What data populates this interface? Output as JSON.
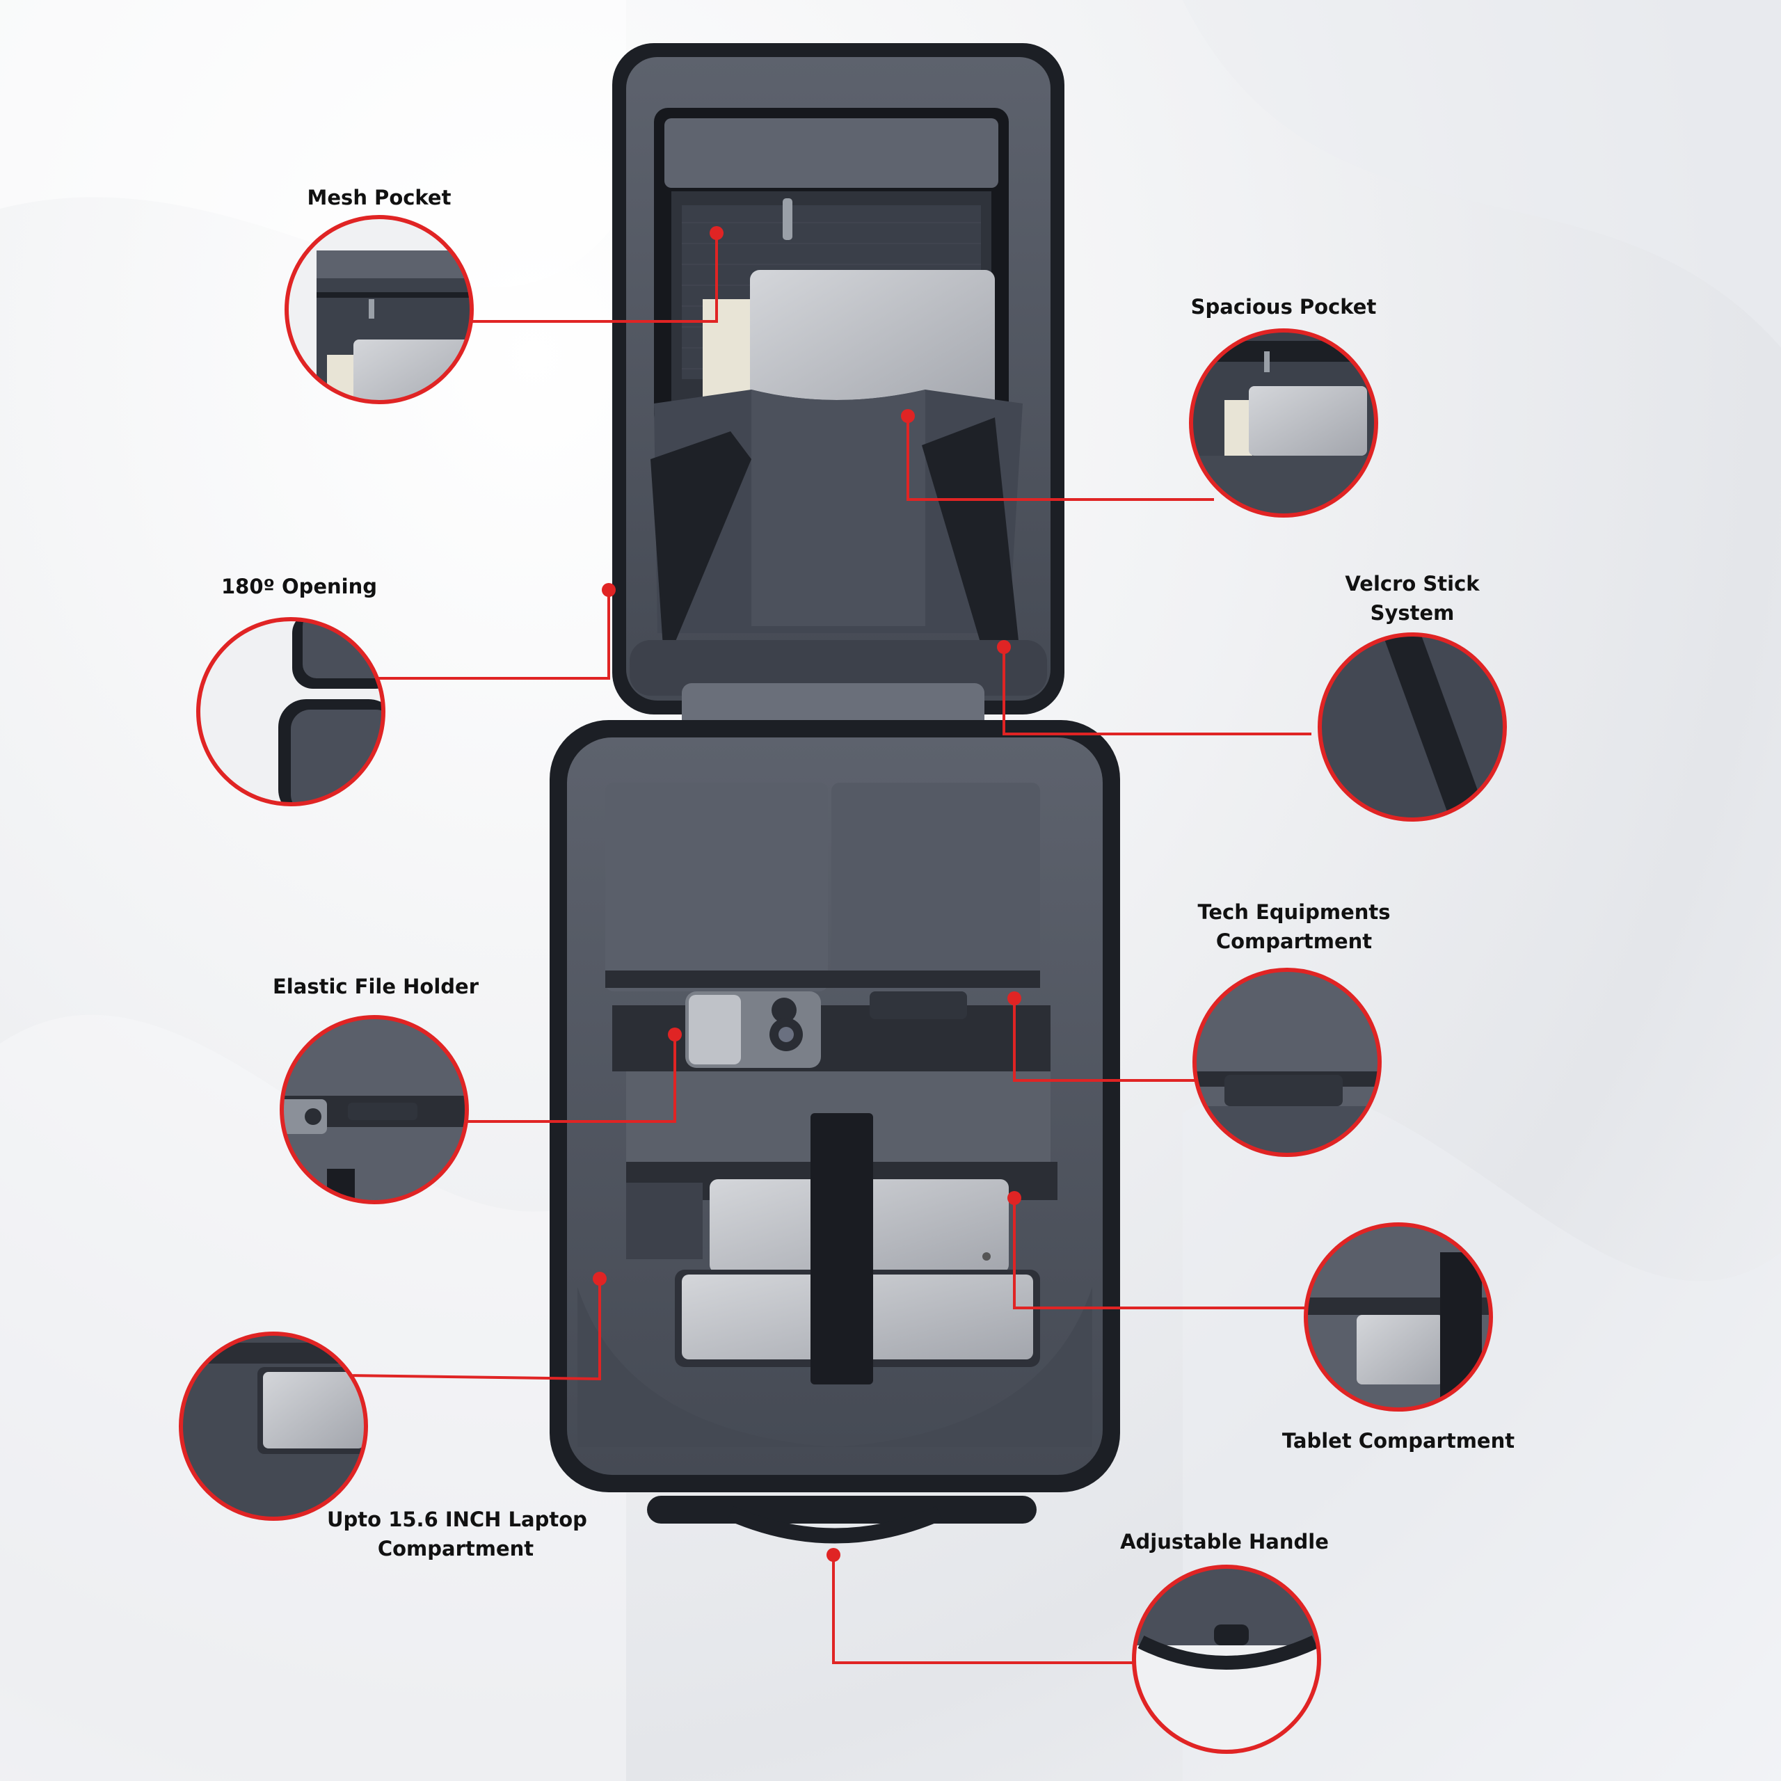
{
  "callouts": {
    "mesh_pocket": "Mesh Pocket",
    "spacious_pocket": "Spacious Pocket",
    "opening_180": "180º Opening",
    "velcro_line1": "Velcro Stick",
    "velcro_line2": "System",
    "tech_line1": "Tech Equipments",
    "tech_line2": "Compartment",
    "elastic_file_holder": "Elastic File Holder",
    "tablet_compartment": "Tablet Compartment",
    "laptop_line1": "Upto 15.6 INCH Laptop",
    "laptop_line2": "Compartment",
    "adjustable_handle": "Adjustable Handle"
  },
  "colors": {
    "callout_red": "#e02424",
    "shell_dark": "#1e2128",
    "lining_gray": "#4a4f5a",
    "lining_light": "#5c616c",
    "laptop_silver": "#b9bcc2"
  }
}
